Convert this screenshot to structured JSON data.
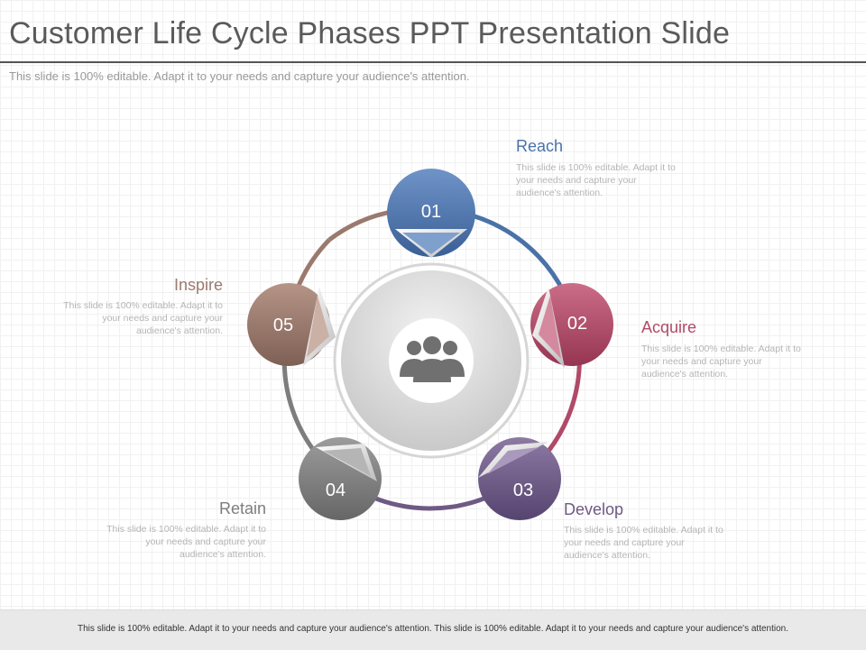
{
  "header": {
    "title": "Customer Life Cycle Phases PPT Presentation Slide",
    "subtitle": "This slide is 100% editable. Adapt it to your needs and capture your audience's attention."
  },
  "colors": {
    "reach": "#4a72a8",
    "acquire": "#b04a68",
    "develop": "#6e5a85",
    "retain": "#7d7d7d",
    "inspire": "#9a7a6e",
    "icon": "#707070"
  },
  "center_icon": "people-group-icon",
  "phases": [
    {
      "number": "01",
      "title": "Reach",
      "description": "This slide is 100% editable. Adapt it to your needs and capture your audience's attention."
    },
    {
      "number": "02",
      "title": "Acquire",
      "description": "This slide is 100% editable. Adapt it to your needs and capture your audience's attention."
    },
    {
      "number": "03",
      "title": "Develop",
      "description": "This slide is 100% editable. Adapt it to your needs and capture your audience's attention."
    },
    {
      "number": "04",
      "title": "Retain",
      "description": "This slide is 100% editable. Adapt it to your needs and capture your audience's attention."
    },
    {
      "number": "05",
      "title": "Inspire",
      "description": "This slide is 100% editable. Adapt it to your needs and capture your audience's attention."
    }
  ],
  "footer": {
    "text": "This slide is 100% editable.  Adapt it to your needs and capture your audience's attention. This slide is 100% editable.  Adapt it to your needs and capture your audience's attention."
  }
}
